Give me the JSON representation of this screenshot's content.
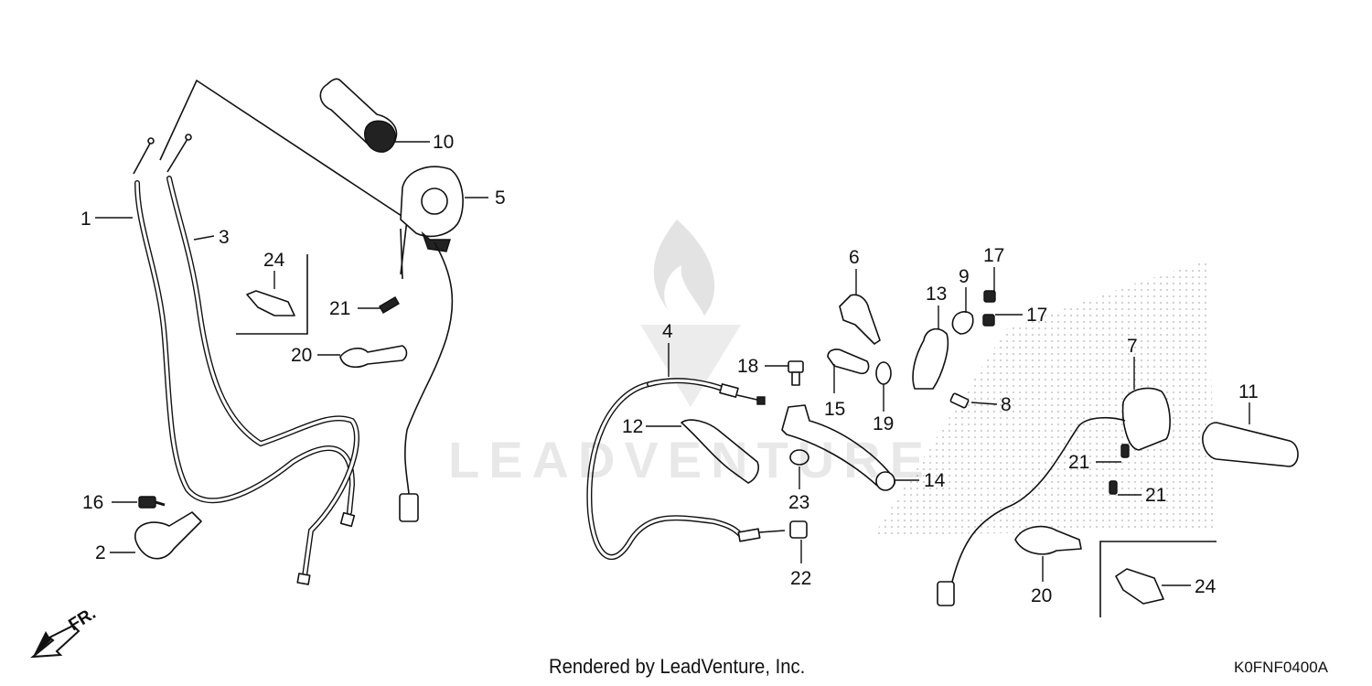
{
  "diagram": {
    "callouts": {
      "c1": "1",
      "c2": "2",
      "c3": "3",
      "c4": "4",
      "c5": "5",
      "c6": "6",
      "c7": "7",
      "c8": "8",
      "c9": "9",
      "c10": "10",
      "c11": "11",
      "c12": "12",
      "c13": "13",
      "c14": "14",
      "c15": "15",
      "c16": "16",
      "c17a": "17",
      "c17b": "17",
      "c18": "18",
      "c19": "19",
      "c20a": "20",
      "c20b": "20",
      "c21a": "21",
      "c21b": "21",
      "c21c": "21",
      "c22": "22",
      "c23": "23",
      "c24a": "24",
      "c24b": "24"
    },
    "front_indicator": "FR.",
    "watermark": "LEADVENTURE",
    "credit": "Rendered by LeadVenture, Inc.",
    "diagram_code": "K0FNF0400A"
  },
  "icons": {
    "front_arrow": "arrow-down-left-icon",
    "watermark_logo": "flame-logo-icon"
  },
  "colors": {
    "line": "#111111",
    "background": "#ffffff",
    "dot_pattern": "#c8c8c8",
    "watermark": "#e6e6e6"
  }
}
